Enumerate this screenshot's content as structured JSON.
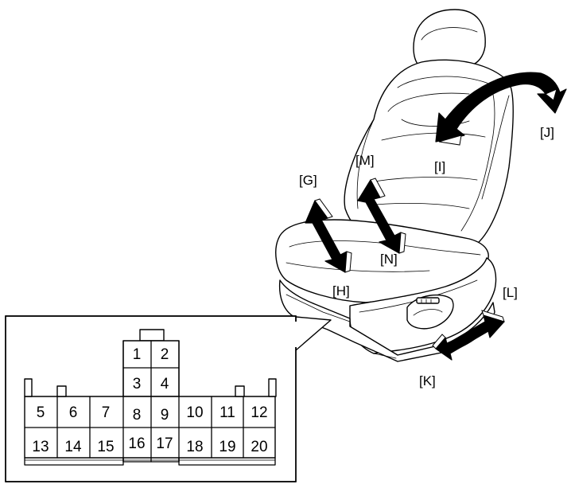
{
  "labels": {
    "G": "[G]",
    "H": "[H]",
    "I": "[I]",
    "J": "[J]",
    "K": "[K]",
    "L": "[L]",
    "M": "[M]",
    "N": "[N]"
  },
  "connector": {
    "pins": [
      "1",
      "2",
      "3",
      "4",
      "5",
      "6",
      "7",
      "8",
      "9",
      "10",
      "11",
      "12",
      "13",
      "14",
      "15",
      "16",
      "17",
      "18",
      "19",
      "20"
    ]
  }
}
